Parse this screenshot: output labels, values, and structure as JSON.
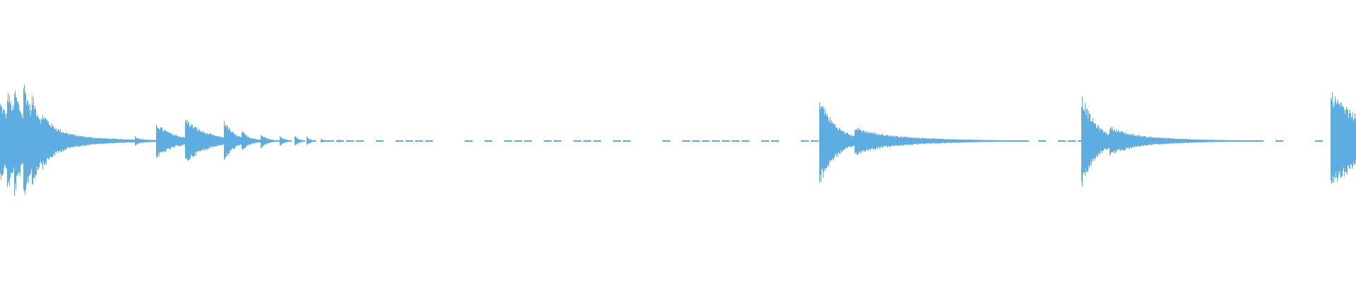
{
  "chart_data": {
    "type": "waveform",
    "title": "",
    "xlabel": "",
    "ylabel": "",
    "axes_visible": false,
    "grid": false,
    "legend": "none",
    "ylim": [
      -1,
      1
    ],
    "xlim": [
      0,
      1
    ],
    "color": "#5dade2",
    "background": "#ffffff",
    "events": [
      {
        "onset": 0.0,
        "peak": 0.29,
        "decay": 0.013
      },
      {
        "onset": 0.005,
        "peak": 0.2,
        "decay": 0.008
      },
      {
        "onset": 0.01,
        "peak": 0.18,
        "decay": 0.008
      },
      {
        "onset": 0.017,
        "peak": 0.26,
        "decay": 0.009
      },
      {
        "onset": 0.023,
        "peak": 0.12,
        "decay": 0.01
      },
      {
        "onset": 0.031,
        "peak": 0.06,
        "decay": 0.04
      },
      {
        "onset": 0.099,
        "peak": 0.03,
        "decay": 0.003
      },
      {
        "onset": 0.115,
        "peak": 0.125,
        "decay": 0.013
      },
      {
        "onset": 0.136,
        "peak": 0.145,
        "decay": 0.016
      },
      {
        "onset": 0.165,
        "peak": 0.135,
        "decay": 0.006
      },
      {
        "onset": 0.178,
        "peak": 0.05,
        "decay": 0.005
      },
      {
        "onset": 0.192,
        "peak": 0.05,
        "decay": 0.004
      },
      {
        "onset": 0.206,
        "peak": 0.04,
        "decay": 0.003
      },
      {
        "onset": 0.217,
        "peak": 0.04,
        "decay": 0.003
      },
      {
        "onset": 0.226,
        "peak": 0.03,
        "decay": 0.003
      },
      {
        "onset": 0.236,
        "peak": 0.015,
        "decay": 0.003
      },
      {
        "onset": 0.249,
        "peak": 0.012,
        "decay": 0.003
      },
      {
        "onset": 0.604,
        "peak": 0.335,
        "decay": 0.012
      },
      {
        "onset": 0.63,
        "peak": 0.07,
        "decay": 0.045
      },
      {
        "onset": 0.797,
        "peak": 0.355,
        "decay": 0.011
      },
      {
        "onset": 0.818,
        "peak": 0.06,
        "decay": 0.04
      },
      {
        "onset": 0.981,
        "peak": 0.36,
        "decay": 0.03
      }
    ]
  }
}
